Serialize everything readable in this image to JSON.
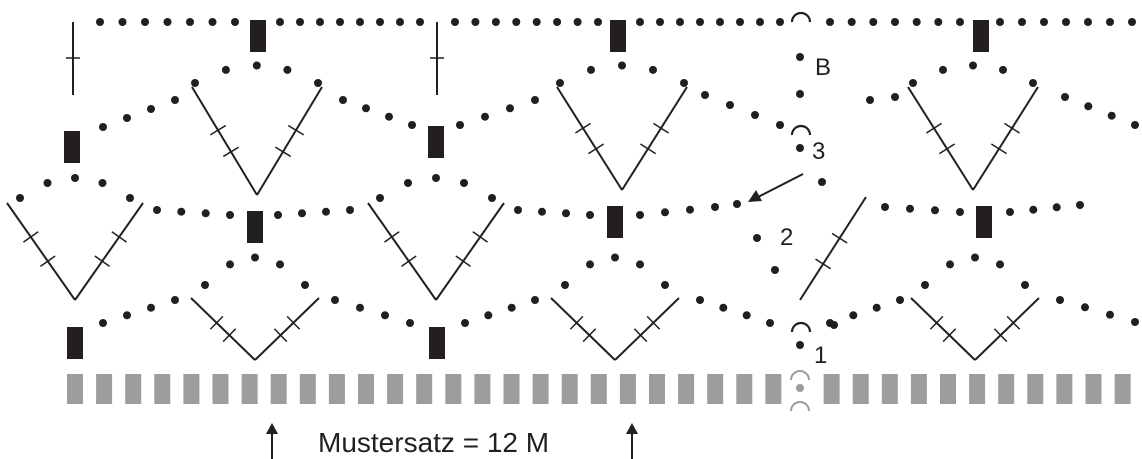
{
  "diagram": {
    "row_labels": [
      "B",
      "3",
      "2",
      "1"
    ],
    "pattern_repeat_label": "Mustersatz = 12 M",
    "colors": {
      "ink": "#231f20",
      "foundation": "#9d9d9d"
    },
    "foundation_chain_count": 39,
    "symbols": [
      "chain-stitch",
      "treble-crochet",
      "treble-cluster-fan",
      "turning-chain",
      "slip-stitch",
      "direction-arrow"
    ]
  }
}
